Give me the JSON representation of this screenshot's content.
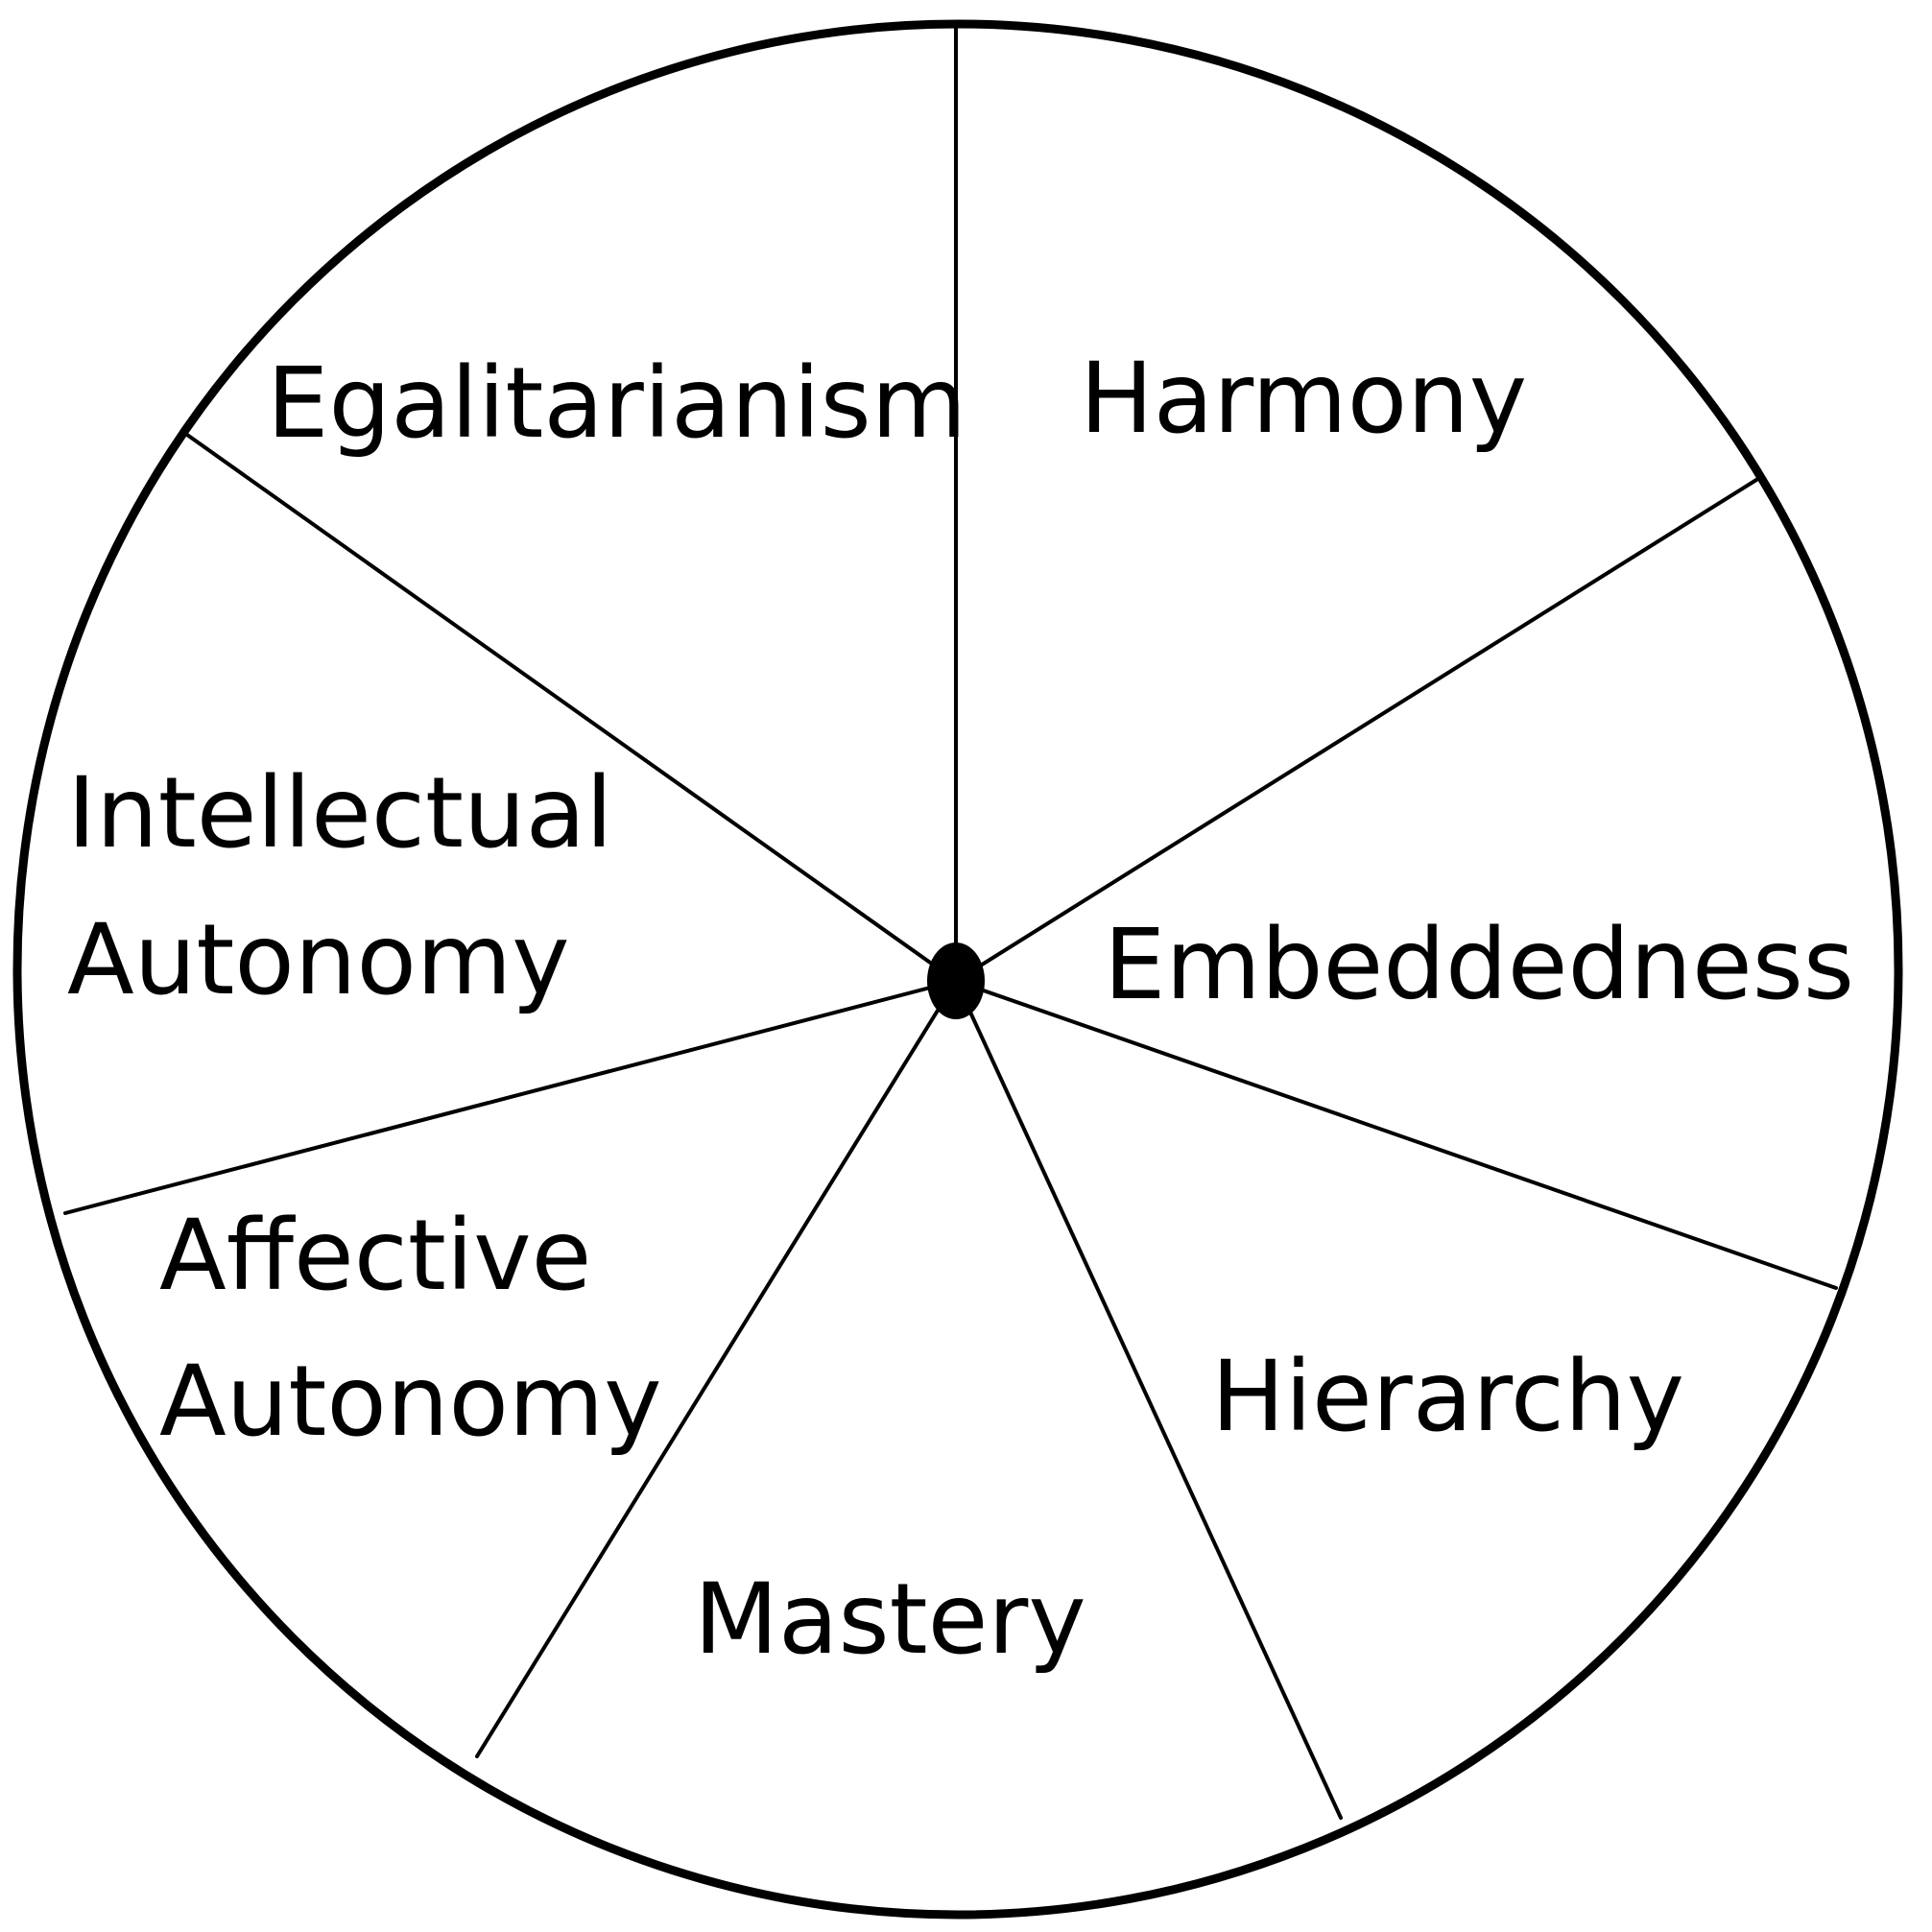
{
  "diagram": {
    "segments": [
      {
        "lines": [
          "Egalitarianism"
        ]
      },
      {
        "lines": [
          "Harmony"
        ]
      },
      {
        "lines": [
          "Embeddedness"
        ]
      },
      {
        "lines": [
          "Hierarchy"
        ]
      },
      {
        "lines": [
          "Mastery"
        ]
      },
      {
        "lines": [
          "Affective",
          "Autonomy"
        ]
      },
      {
        "lines": [
          "Intellectual",
          "Autonomy"
        ]
      }
    ]
  },
  "colors": {
    "stroke": "#000000",
    "background": "#ffffff"
  }
}
